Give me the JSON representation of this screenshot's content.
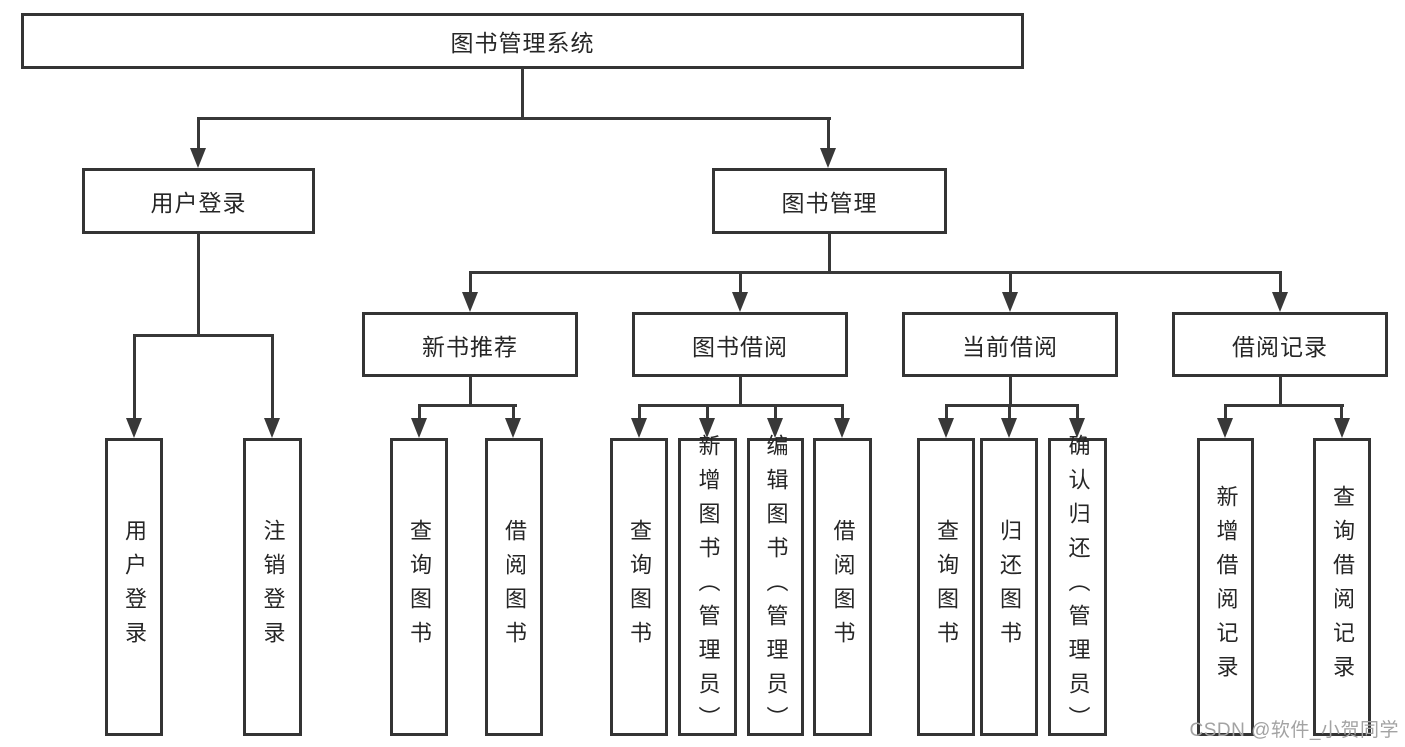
{
  "tree": {
    "root": {
      "label": "图书管理系统"
    },
    "children": [
      {
        "label": "用户登录",
        "children": [
          {
            "label": "用户登录"
          },
          {
            "label": "注销登录"
          }
        ]
      },
      {
        "label": "图书管理",
        "children": [
          {
            "label": "新书推荐",
            "children": [
              {
                "label": "查询图书"
              },
              {
                "label": "借阅图书"
              }
            ]
          },
          {
            "label": "图书借阅",
            "children": [
              {
                "label": "查询图书"
              },
              {
                "label": "新增图书（管理员）"
              },
              {
                "label": "编辑图书（管理员）"
              },
              {
                "label": "借阅图书"
              }
            ]
          },
          {
            "label": "当前借阅",
            "children": [
              {
                "label": "查询图书"
              },
              {
                "label": "归还图书"
              },
              {
                "label": "确认归还（管理员）"
              }
            ]
          },
          {
            "label": "借阅记录",
            "children": [
              {
                "label": "新增借阅记录"
              },
              {
                "label": "查询借阅记录"
              }
            ]
          }
        ]
      }
    ]
  },
  "watermark": {
    "text": "CSDN @软件_小贺同学"
  },
  "colors": {
    "line": "#383838",
    "border": "#343434",
    "text": "#262626",
    "watermark": "#a3a3a3",
    "background": "#ffffff"
  }
}
